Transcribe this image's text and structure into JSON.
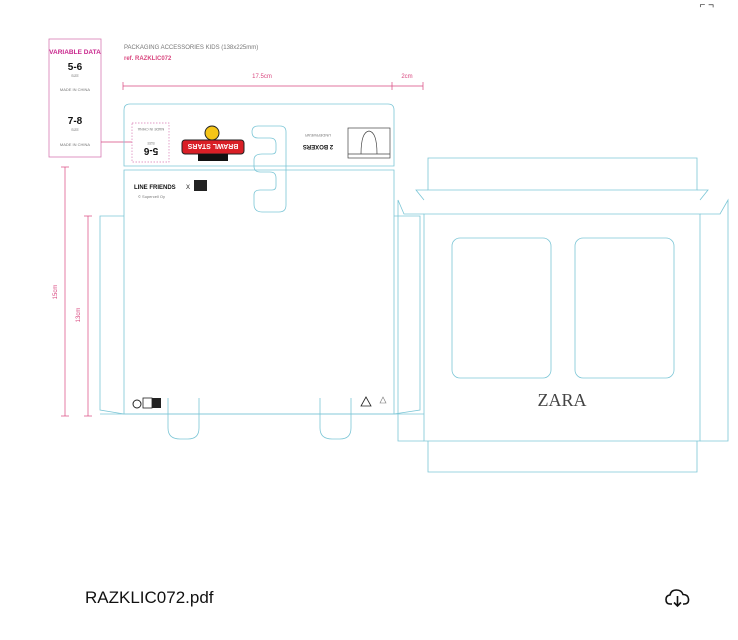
{
  "document": {
    "title": "PACKAGING ACCESSORIES KIDS (138x225mm)",
    "ref": "ref. RAZKLIC072",
    "variable_data": {
      "heading": "VARIABLE DATA",
      "sizes": [
        {
          "size": "5-6",
          "size_label": "SIZE",
          "origin": "MADE IN CHINA"
        },
        {
          "size": "7-8",
          "size_label": "SIZE",
          "origin": "MADE IN CHINA"
        }
      ]
    },
    "dimensions": {
      "width_main": "17.5cm",
      "width_flap": "2cm",
      "height_outer": "15cm",
      "height_inner": "13cm"
    },
    "front": {
      "size_box": {
        "size": "5-6",
        "size_label": "SIZE",
        "origin": "MADE IN CHINA"
      },
      "logo": "BRAWL STARS",
      "product": "2 BOXERS",
      "category": "UNDERWEAR",
      "brand_line": "LINE FRIENDS",
      "brand_x": "X",
      "copyright": "© Supercell Oy"
    },
    "back_logo": "ZARA"
  },
  "footer": {
    "filename": "RAZKLIC072.pdf",
    "download_icon": "cloud-download-icon"
  },
  "colors": {
    "cutline": "#7cc6d6",
    "dimension": "#d9477f",
    "variable": "#c8268c"
  }
}
